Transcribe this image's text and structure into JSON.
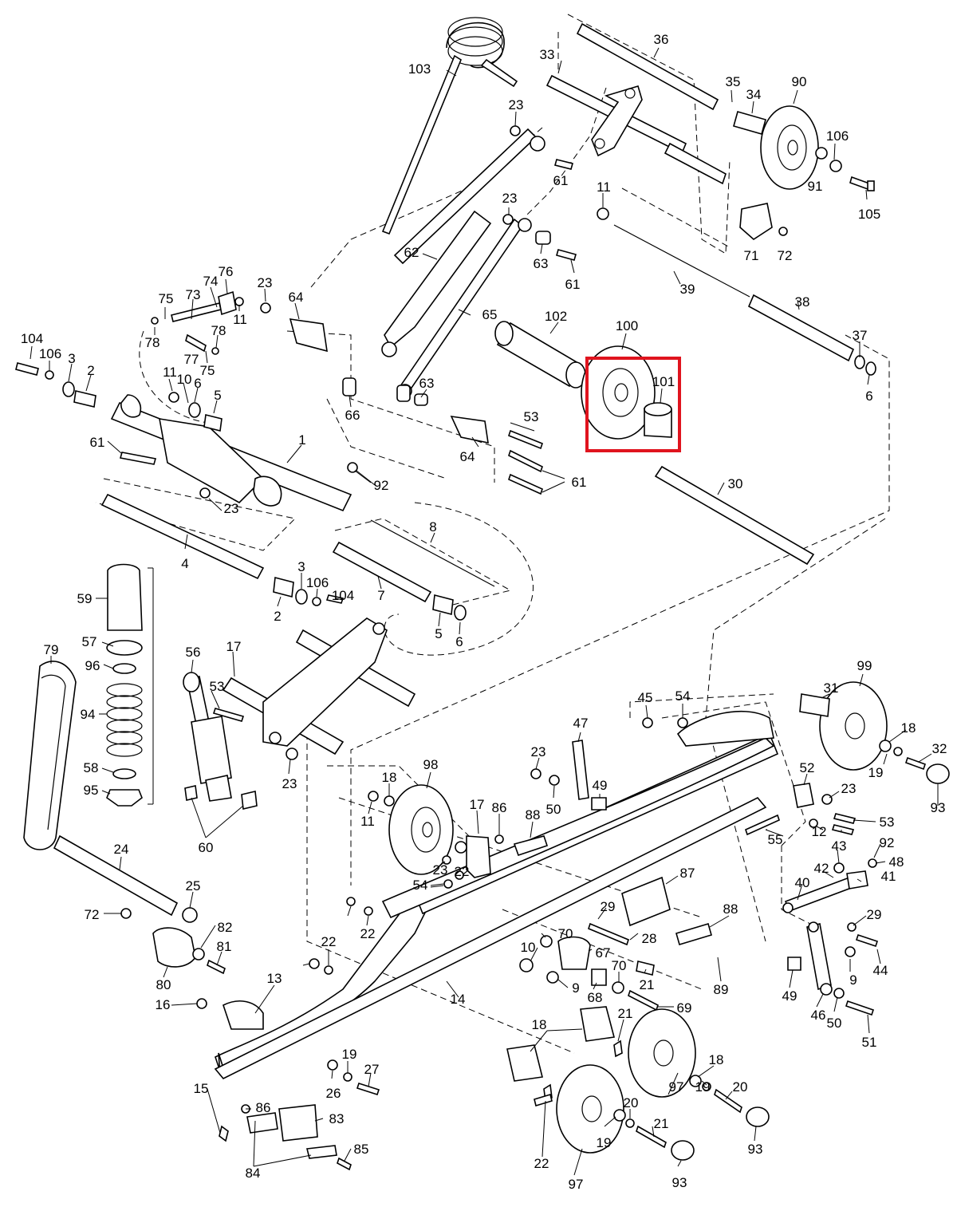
{
  "highlight_color": "#e0141e",
  "callouts": [
    "1",
    "2",
    "2",
    "3",
    "3",
    "4",
    "5",
    "5",
    "6",
    "6",
    "6",
    "7",
    "8",
    "9",
    "9",
    "10",
    "10",
    "11",
    "11",
    "11",
    "11",
    "12",
    "13",
    "14",
    "15",
    "16",
    "17",
    "17",
    "18",
    "18",
    "18",
    "18",
    "19",
    "19",
    "19",
    "19",
    "20",
    "20",
    "21",
    "21",
    "21",
    "22",
    "22",
    "22",
    "22",
    "23",
    "23",
    "23",
    "23",
    "23",
    "23",
    "23",
    "23",
    "24",
    "25",
    "26",
    "27",
    "28",
    "29",
    "29",
    "30",
    "31",
    "32",
    "33",
    "34",
    "35",
    "36",
    "37",
    "38",
    "39",
    "40",
    "41",
    "42",
    "43",
    "44",
    "45",
    "46",
    "47",
    "48",
    "49",
    "49",
    "50",
    "50",
    "51",
    "52",
    "53",
    "53",
    "53",
    "54",
    "54",
    "55",
    "56",
    "57",
    "58",
    "59",
    "60",
    "61",
    "61",
    "61",
    "61",
    "62",
    "63",
    "63",
    "64",
    "64",
    "65",
    "66",
    "67",
    "68",
    "69",
    "70",
    "70",
    "71",
    "72",
    "72",
    "73",
    "74",
    "75",
    "75",
    "76",
    "77",
    "78",
    "78",
    "79",
    "80",
    "81",
    "82",
    "83",
    "84",
    "85",
    "86",
    "86",
    "87",
    "88",
    "88",
    "89",
    "90",
    "91",
    "92",
    "92",
    "93",
    "93",
    "93",
    "94",
    "95",
    "96",
    "97",
    "97",
    "98",
    "99",
    "100",
    "101",
    "102",
    "103",
    "104",
    "104",
    "105",
    "106",
    "106",
    "106"
  ]
}
